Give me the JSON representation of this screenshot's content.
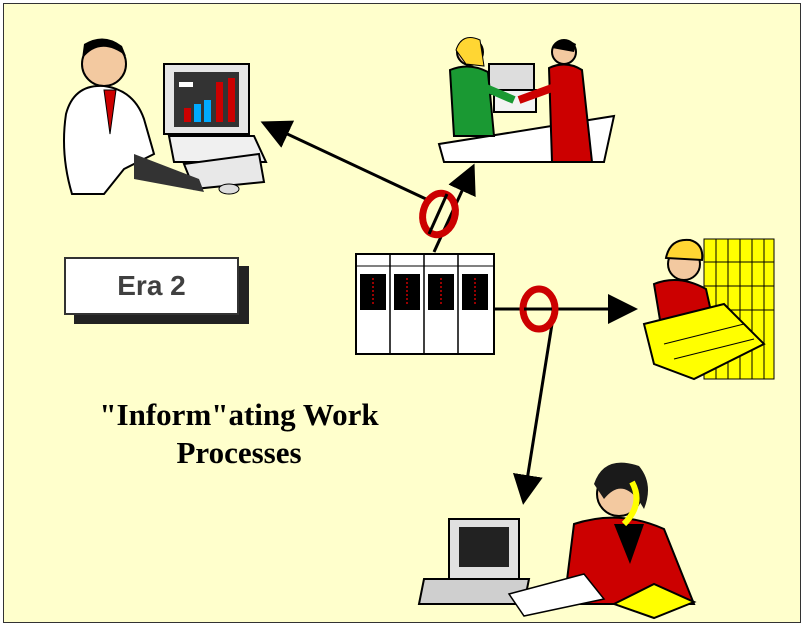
{
  "badge": {
    "label": "Era 2"
  },
  "title": {
    "line1": "\"Inform\"ating Work",
    "line2": "Processes"
  },
  "colors": {
    "background": "#ffffcc",
    "accent_red": "#cc0000",
    "yellow": "#ffff00"
  }
}
